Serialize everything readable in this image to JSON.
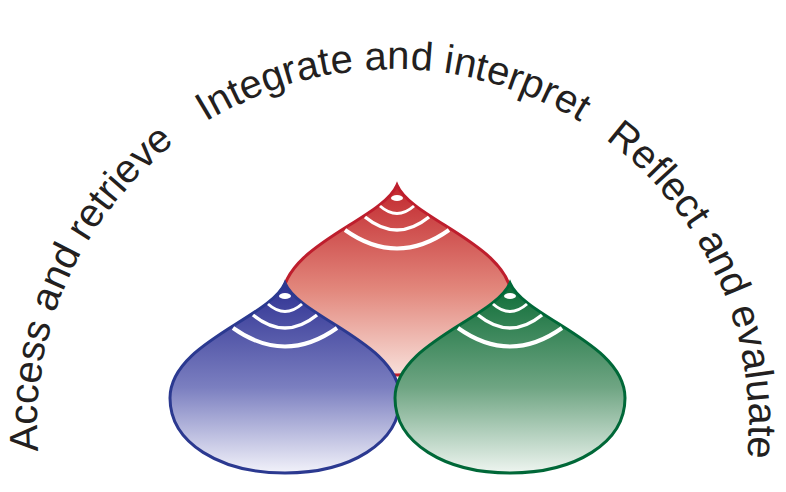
{
  "diagram": {
    "labels": [
      "Access and retrieve",
      "Integrate and interpret",
      "Reflect and evaluate"
    ]
  }
}
